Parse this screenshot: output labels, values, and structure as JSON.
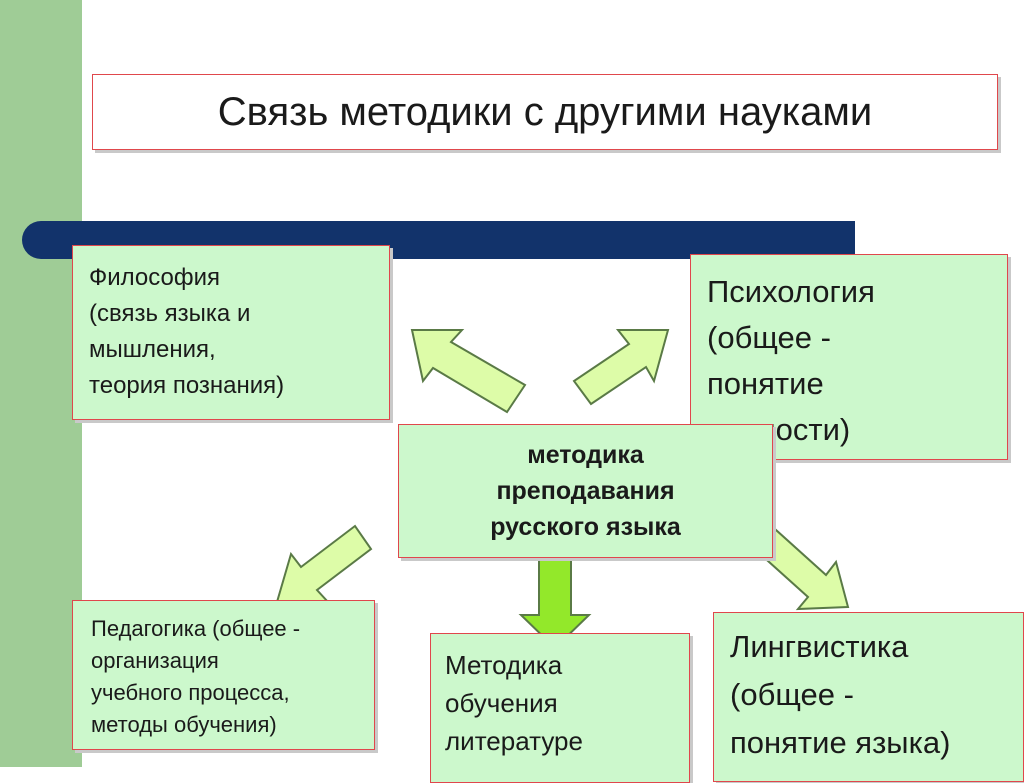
{
  "title": "Связь методики с другими науками",
  "center_box": "методика\nпреподавания\nрусского языка",
  "boxes": {
    "philosophy": "Философия\n(связь языка и\nмышления,\nтеория познания)",
    "psychology": "Психология\n(общее -\nпонятие\nличности)",
    "pedagogy": "Педагогика (общее -\nорганизация\nучебного процесса,\nметоды обучения)",
    "literature_methods": "Методика\nобучения\nлитературе",
    "linguistics": "Лингвистика\n(общее -\nпонятие языка)"
  },
  "colors": {
    "box_fill": "#ccf8cc",
    "box_border": "#e0474c",
    "side_band": "#9fcc96",
    "rule_bar": "#12336b",
    "arrow_fill": "#ddfca8",
    "arrow_fill_strong": "#93e82a",
    "arrow_stroke": "#5a7a46"
  }
}
